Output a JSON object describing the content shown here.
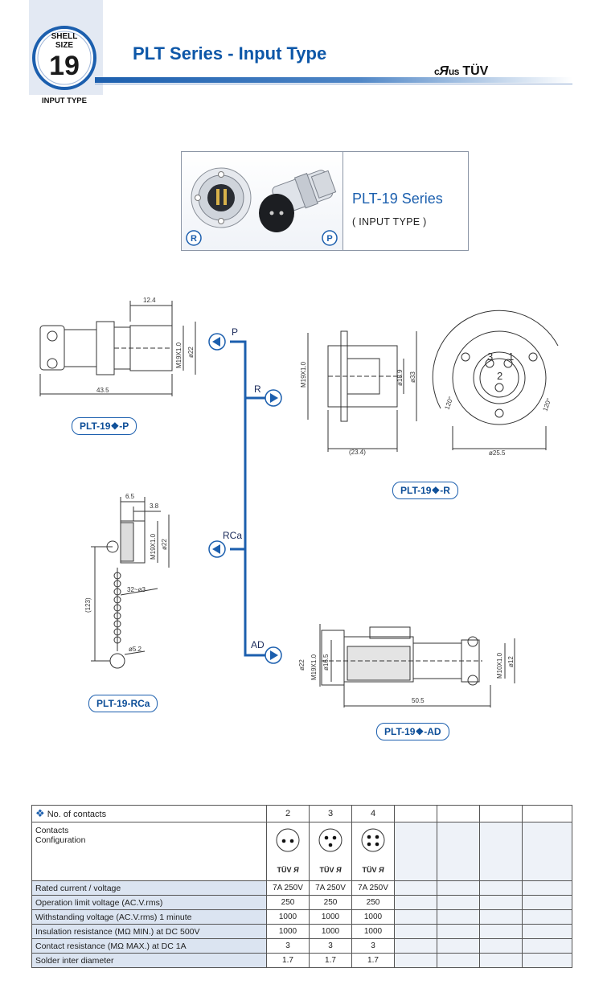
{
  "header": {
    "shell_size_label_1": "SHELL",
    "shell_size_label_2": "SIZE",
    "shell_size_number": "19",
    "input_type_tag": "INPUT TYPE",
    "title": "PLT Series - Input Type",
    "cert_cul": "c",
    "cert_ul": "Я",
    "cert_us": "us",
    "cert_tuv": "TÜV"
  },
  "product_card": {
    "series_name": "PLT-19 Series",
    "series_sub": "( INPUT TYPE )",
    "badge_left": "R",
    "badge_right": "P"
  },
  "drawings": {
    "p": {
      "label": "PLT-19❖-P",
      "dim_width": "43.5",
      "dim_top": "12.4",
      "dim_thread": "M19X1.0",
      "dim_dia": "ø22"
    },
    "r": {
      "label": "PLT-19❖-R",
      "dim_len": "(23.4)",
      "dim_thread": "M19X1.0",
      "dim_dia1": "ø18.9",
      "dim_dia2": "ø33",
      "dim_flange": "ø25.5",
      "angle_left": "120°",
      "angle_right": "120°",
      "pin1": "1",
      "pin2": "2",
      "pin3": "3"
    },
    "rca": {
      "label": "PLT-19-RCa",
      "dim_top1": "6.5",
      "dim_top2": "3.8",
      "dim_thread": "M19X1.0",
      "dim_dia": "ø22",
      "dim_chain": "32~ø3",
      "dim_len": "(123)",
      "dim_ring": "ø5.2"
    },
    "ad": {
      "label": "PLT-19❖-AD",
      "dim_len": "50.5",
      "dim_dia1": "ø22",
      "dim_thread": "M19X1.0",
      "dim_dia2": "ø16.5",
      "dim_thread2": "M10X1.0",
      "dim_dia3": "ø12"
    },
    "branches": {
      "p": "P",
      "r": "R",
      "rca": "RCa",
      "ad": "AD"
    }
  },
  "spec_table": {
    "head_label": "No. of contacts",
    "contacts": [
      "2",
      "3",
      "4"
    ],
    "contacts_config_label_1": "Contacts",
    "contacts_config_label_2": "Configuration",
    "cert_mini_tuv": "TÜV",
    "cert_mini_ul": "Я",
    "rows": [
      {
        "label": "Rated current / voltage",
        "values": [
          "7A 250V",
          "7A 250V",
          "7A 250V"
        ]
      },
      {
        "label": "Operation limit voltage (AC.V.rms)",
        "values": [
          "250",
          "250",
          "250"
        ]
      },
      {
        "label": "Withstanding voltage (AC.V.rms) 1 minute",
        "values": [
          "1000",
          "1000",
          "1000"
        ]
      },
      {
        "label": "Insulation resistance (MΩ MIN.) at DC 500V",
        "values": [
          "1000",
          "1000",
          "1000"
        ]
      },
      {
        "label": "Contact resistance (MΩ MAX.) at DC 1A",
        "values": [
          "3",
          "3",
          "3"
        ]
      },
      {
        "label": "Solder inter diameter",
        "values": [
          "1.7",
          "1.7",
          "1.7"
        ]
      }
    ]
  },
  "colors": {
    "accent": "#0d57a8",
    "label_bg": "#dbe4f1"
  }
}
